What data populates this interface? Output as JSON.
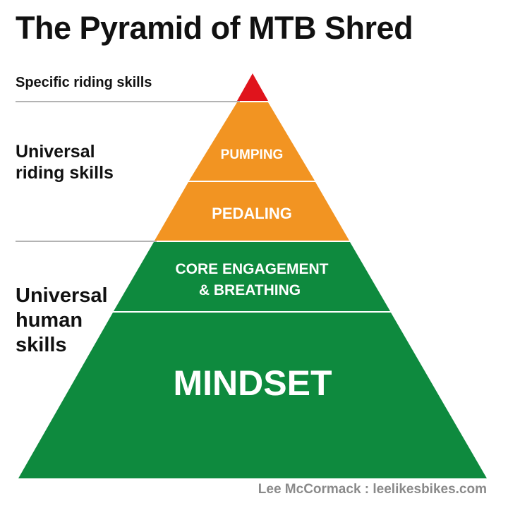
{
  "title": "The Pyramid of MTB Shred",
  "categories": {
    "specific": "Specific riding skills",
    "universal_riding": [
      "Universal",
      "riding skills"
    ],
    "universal_human": [
      "Universal",
      "human",
      "skills"
    ]
  },
  "tiers": {
    "pumping": "PUMPING",
    "pedaling": "PEDALING",
    "core": [
      "CORE ENGAGEMENT",
      "& BREATHING"
    ],
    "mindset": "MINDSET"
  },
  "colors": {
    "top": "#e0141c",
    "orange": "#f29422",
    "green": "#0e8a3e",
    "separator_line": "#9a9a9a"
  },
  "credit": "Lee McCormack : leelikesbikes.com"
}
